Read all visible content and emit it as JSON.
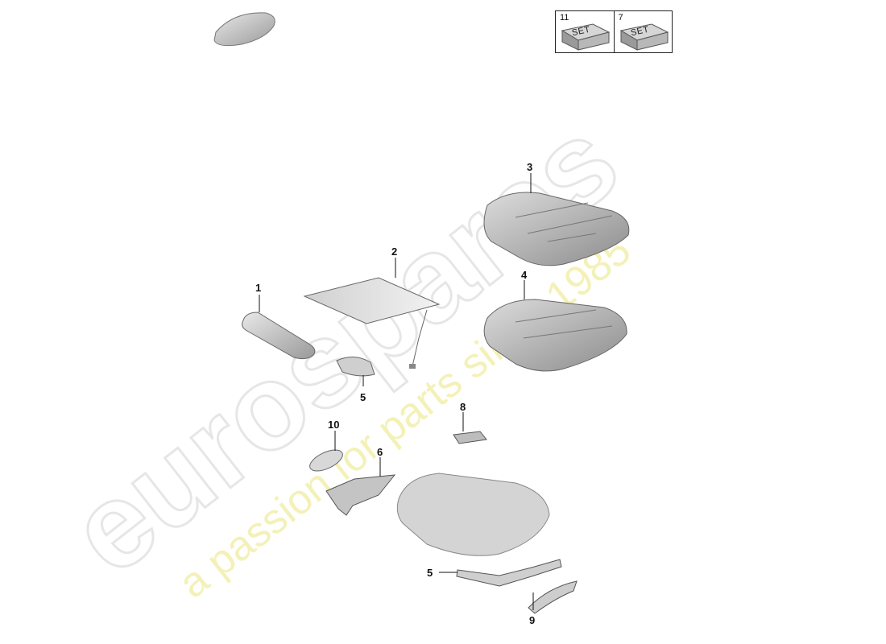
{
  "set_boxes": [
    {
      "number": "11",
      "label": "SET"
    },
    {
      "number": "7",
      "label": "SET"
    }
  ],
  "callouts": {
    "c1": "1",
    "c2": "2",
    "c3": "3",
    "c4": "4",
    "c5a": "5",
    "c5b": "5",
    "c6": "6",
    "c8": "8",
    "c9": "9",
    "c10": "10"
  },
  "watermark": {
    "brand": "eurospares",
    "tagline": "a passion for parts since 1985"
  }
}
